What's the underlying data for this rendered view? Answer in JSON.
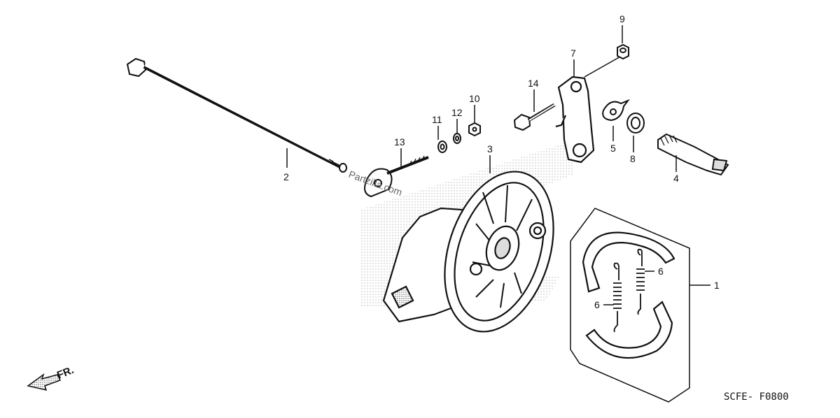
{
  "callouts": {
    "c1": "1",
    "c2": "2",
    "c3": "3",
    "c4": "4",
    "c5": "5",
    "c6a": "6",
    "c6b": "6",
    "c7": "7",
    "c8": "8",
    "c9": "9",
    "c10": "10",
    "c11": "11",
    "c12": "12",
    "c13": "13",
    "c14": "14"
  },
  "diagram_code": "SCFE- F0800",
  "direction_label": "FR.",
  "watermark": "Partzilla.com",
  "colors": {
    "ink": "#111111",
    "stipple": "#9a9a9a"
  }
}
